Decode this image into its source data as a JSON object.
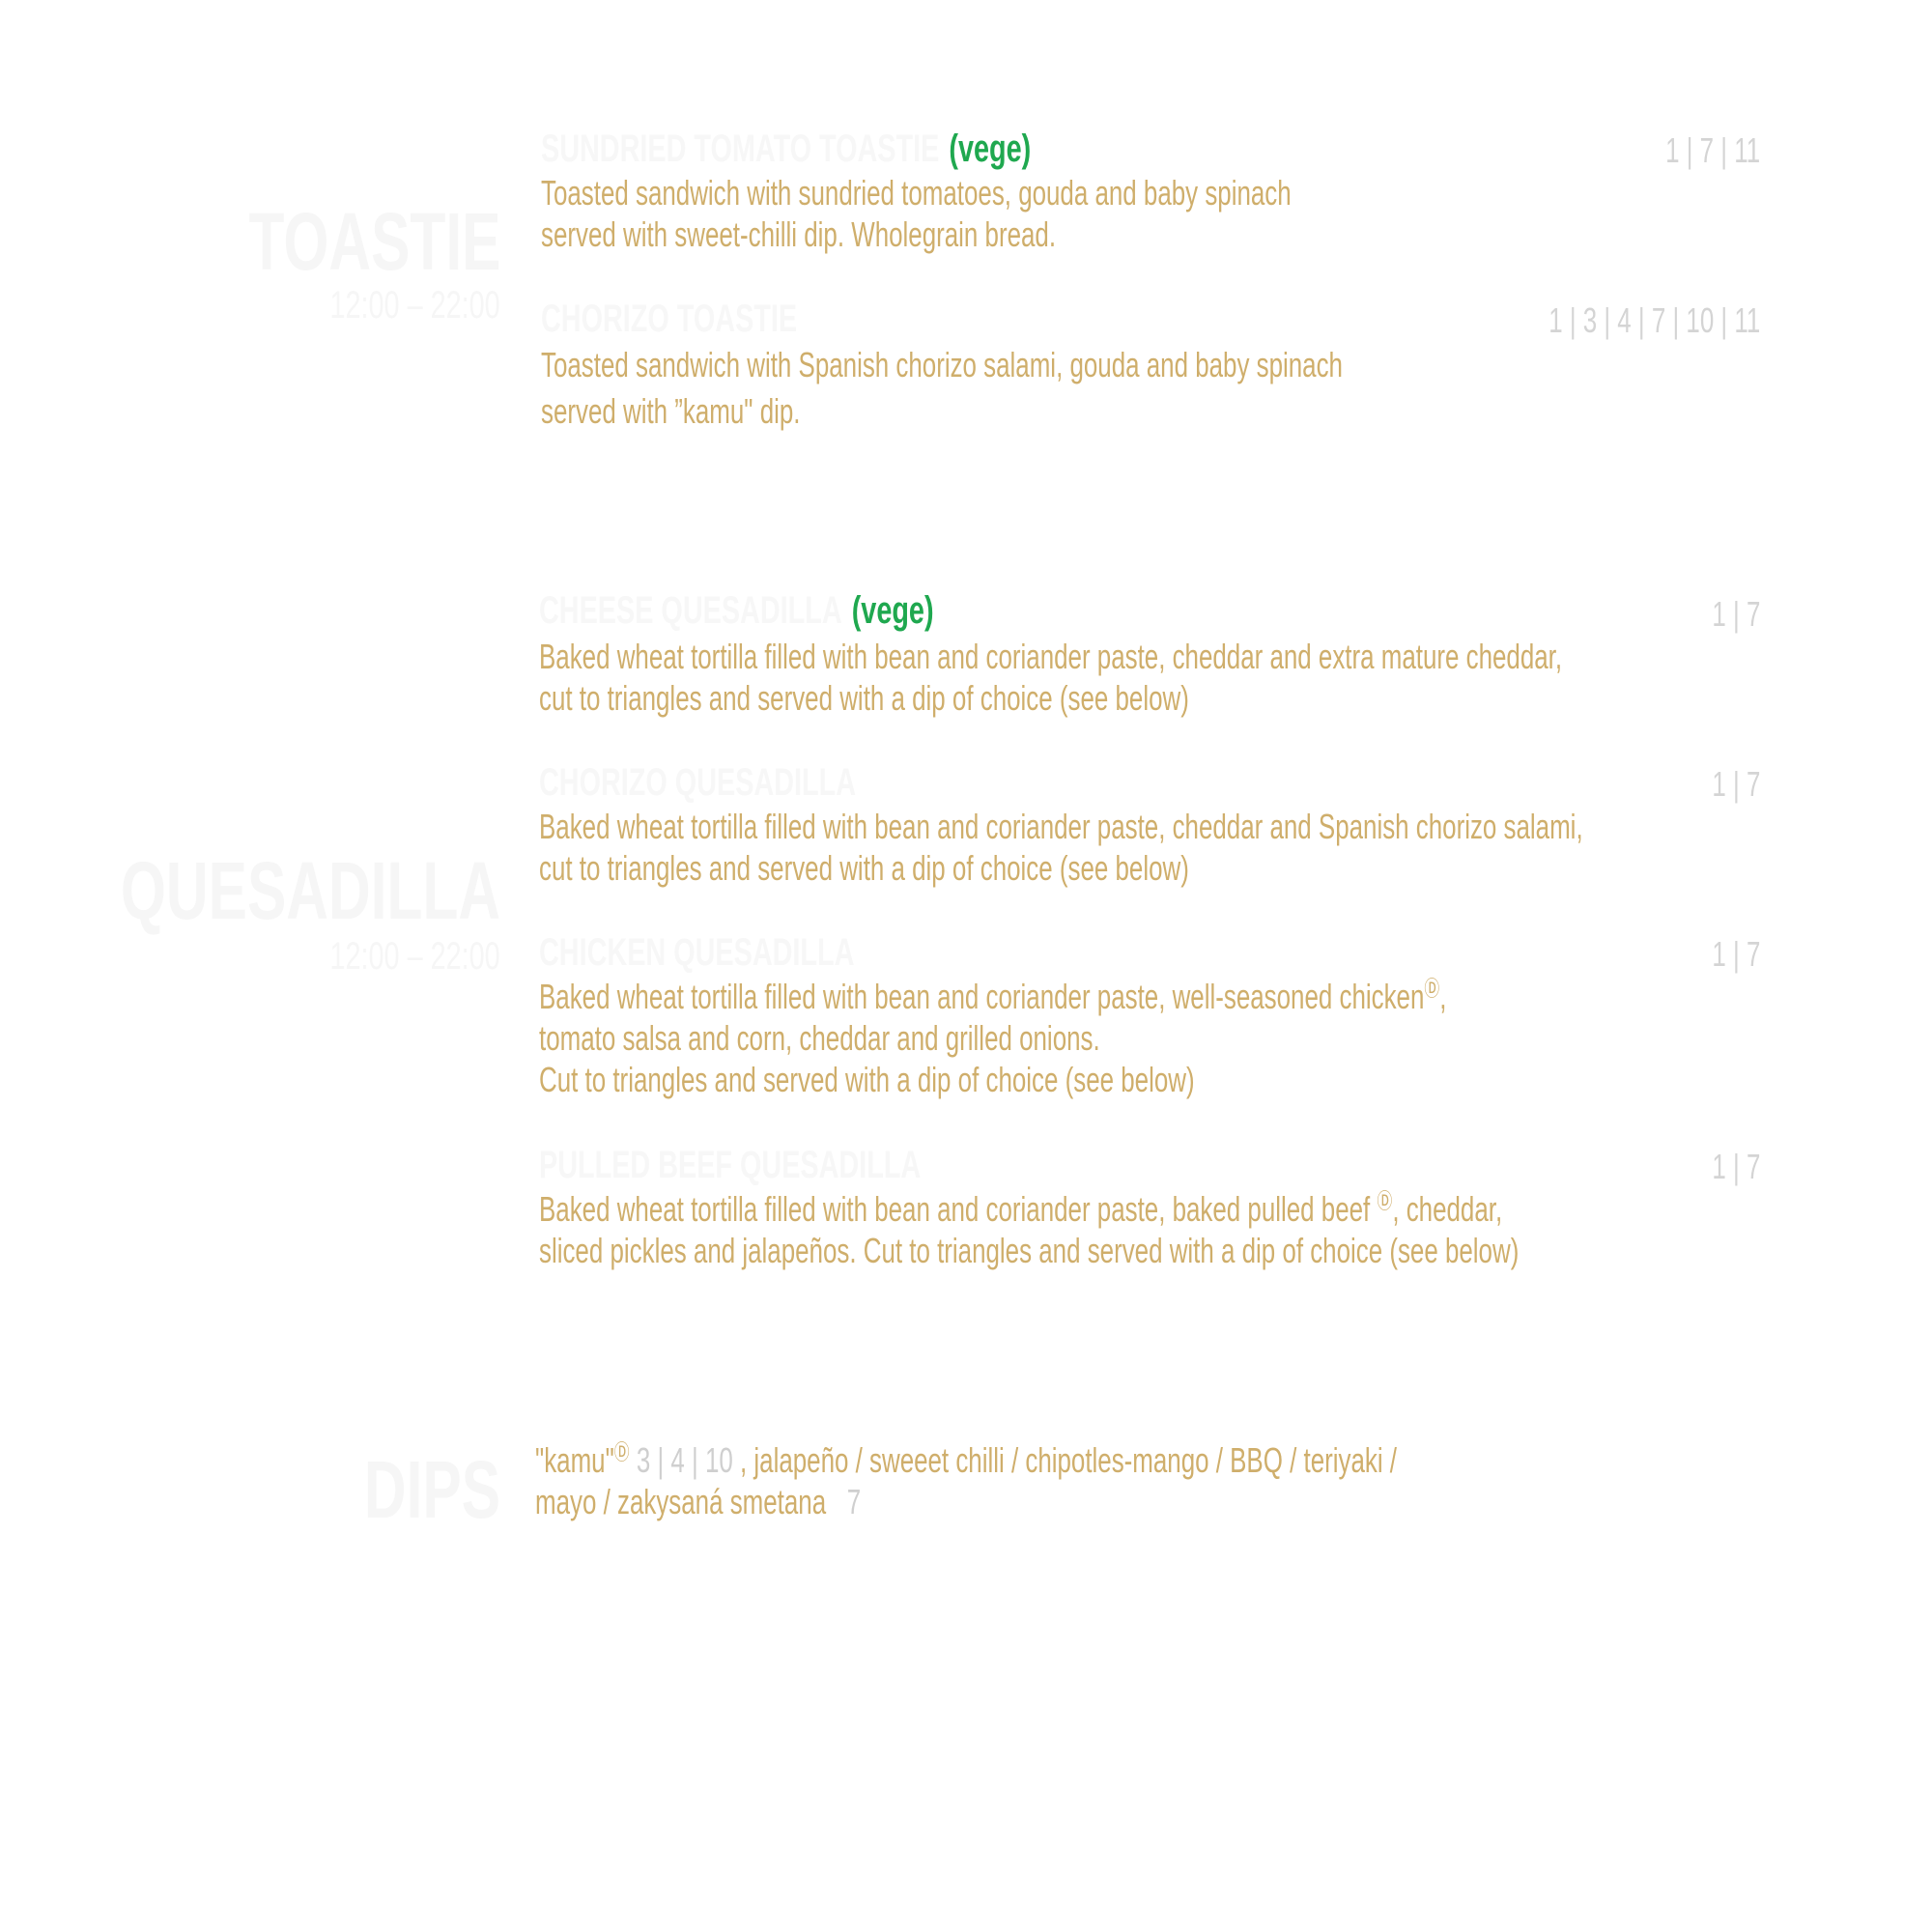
{
  "colors": {
    "description": "#cfae6b",
    "vege": "#1fa84f",
    "allergens": "#d4d4d4",
    "faint_heading": "#f6f6f6"
  },
  "sections": {
    "toastie": {
      "title": "TOASTIE",
      "subtitle": "12:00 – 22:00",
      "items": [
        {
          "name": "SUNDRIED TOMATO TOASTIE",
          "tag": "(vege)",
          "allergens": "1 | 7 | 11",
          "desc_lines": [
            "Toasted sandwich with sundried tomatoes, gouda and baby spinach",
            "served with sweet-chilli dip. Wholegrain bread."
          ]
        },
        {
          "name": "CHORIZO TOASTIE",
          "allergens": "1 | 3 | 4 | 7 | 10 | 11",
          "desc_lines": [
            "Toasted sandwich with Spanish chorizo salami, gouda and baby spinach",
            "served with ”kamu\" dip."
          ]
        }
      ]
    },
    "quesadilla": {
      "title": "QUESADILLA",
      "subtitle": "12:00 – 22:00",
      "items": [
        {
          "name": "CHEESE QUESADILLA",
          "tag": "(vege)",
          "allergens": "1 | 7",
          "desc_lines": [
            "Baked wheat tortilla filled with bean and coriander paste, cheddar and extra mature cheddar,",
            "cut to triangles and served with a dip of choice (see below)"
          ]
        },
        {
          "name": "CHORIZO QUESADILLA",
          "allergens": "1 | 7",
          "desc_lines": [
            "Baked wheat tortilla filled with bean and coriander paste, cheddar and Spanish chorizo salami,",
            "cut to triangles and served with a dip of choice (see below)"
          ]
        },
        {
          "name": "CHICKEN QUESADILLA",
          "allergens": "1 | 7",
          "desc_lines": [
            "Baked wheat tortilla filled with bean and coriander paste, well-seasoned chicken",
            "tomato salsa and corn, cheddar and grilled onions.",
            "Cut to triangles and served with a dip of choice (see below)"
          ],
          "desc_after_mark": ","
        },
        {
          "name": "PULLED BEEF QUESADILLA",
          "allergens": "1 | 7",
          "desc_lines": [
            "Baked wheat tortilla filled with bean and coriander paste, baked pulled beef",
            "sliced pickles and jalapeños. Cut to triangles and served with a dip of choice (see below)"
          ],
          "desc_after_mark": ", cheddar,"
        }
      ]
    },
    "dips": {
      "title": "DIPS",
      "kamu": "\"kamu\"",
      "kamu_allergens": "3 | 4 | 10",
      "line1_rest": ", jalapeño / sweeet chilli / chipotles-mango / BBQ / teriyaki /",
      "line2": "mayo / zakysaná smetana",
      "line2_allergens": "7"
    }
  },
  "mark_symbol": "Ⓓ"
}
